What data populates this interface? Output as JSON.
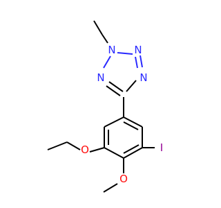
{
  "atoms": {
    "n1": {
      "label": "N",
      "color": "#2828ff"
    },
    "n2": {
      "label": "N",
      "color": "#2828ff"
    },
    "n3": {
      "label": "N",
      "color": "#2828ff"
    },
    "n4": {
      "label": "N",
      "color": "#2828ff"
    },
    "o_ethoxy": {
      "label": "O",
      "color": "#ff0d0d"
    },
    "o_methoxy": {
      "label": "O",
      "color": "#ff0d0d"
    },
    "iodine": {
      "label": "I",
      "color": "#940094"
    }
  }
}
